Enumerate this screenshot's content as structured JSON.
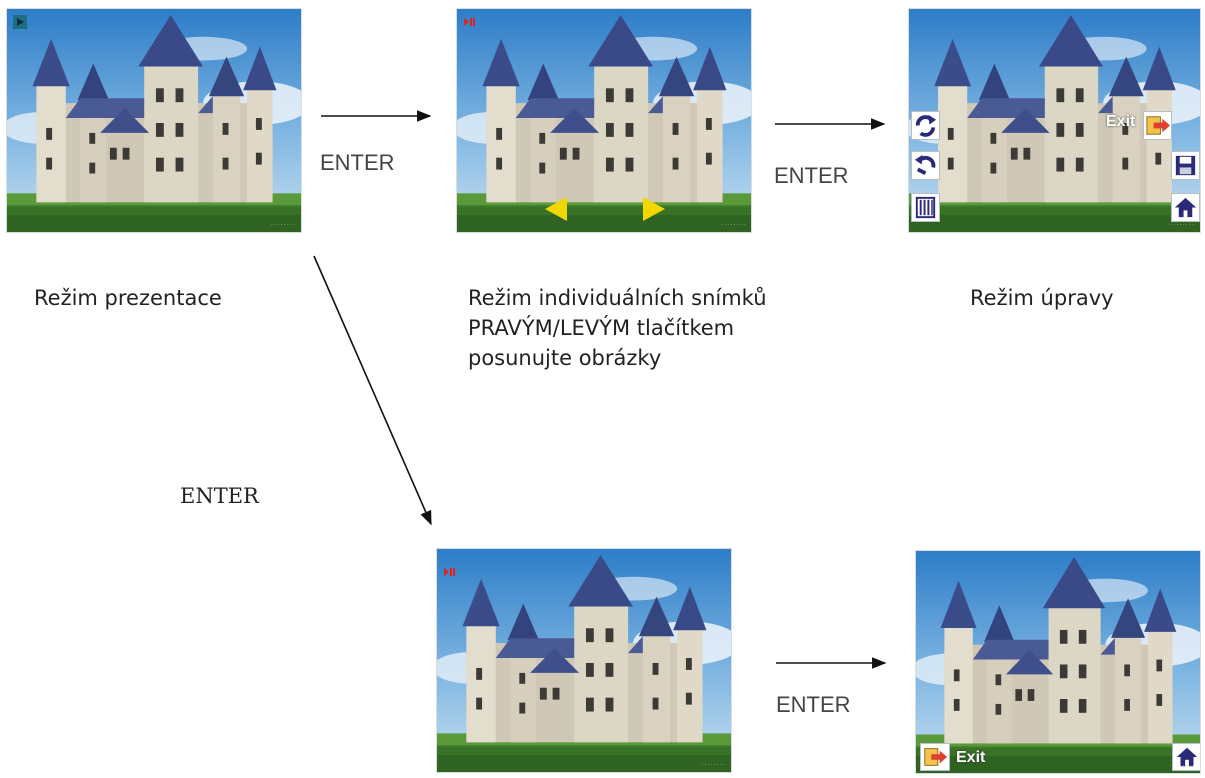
{
  "labels": {
    "slideshow": "Režim prezentace",
    "single": "Režim individuálních snímků\nPRAVÝM/LEVÝM tlačítkem\nposunujte obrázky",
    "edit": "Režim úpravy"
  },
  "transitions": {
    "enter_1": "ENTER",
    "enter_2": "ENTER",
    "enter_3": "ENTER",
    "enter_4": "ENTER"
  },
  "overlays": {
    "exit_top": "Exit",
    "exit_bottom": "Exit"
  },
  "icons": {
    "slideshow_corner": "play-icon",
    "single_corner": "pause-icon",
    "bottom_corner": "pause-icon",
    "edit_left": [
      "rotate-right-icon",
      "rotate-left-icon",
      "film-strip-icon"
    ],
    "edit_right": [
      "exit-icon",
      "save-icon",
      "home-icon"
    ],
    "nav": [
      "arrow-left-icon",
      "arrow-right-icon"
    ],
    "bottom_right": [
      "exit-icon",
      "home-icon"
    ]
  },
  "colors": {
    "play_icon": "#1a6f80",
    "pause_icon": "#e02020",
    "nav_arrow": "#f2d600",
    "icon_navy": "#2a2a7a",
    "exit_orange": "#f08c30"
  }
}
